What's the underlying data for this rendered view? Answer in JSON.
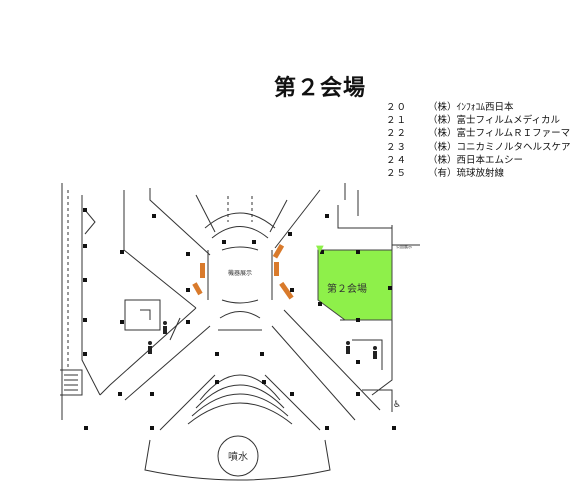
{
  "title": "第２会場",
  "legend": [
    {
      "num": "２０",
      "kind": "（株）",
      "name": "ｲﾝﾌｫｺﾑ西日本"
    },
    {
      "num": "２１",
      "kind": "（株）",
      "name": "富士フィルムメディカル"
    },
    {
      "num": "２２",
      "kind": "（株）",
      "name": "富士フィルムＲＩファーマ"
    },
    {
      "num": "２３",
      "kind": "（株）",
      "name": "コニカミノルタヘルスケア"
    },
    {
      "num": "２４",
      "kind": "（株）",
      "name": "西日本エムシー"
    },
    {
      "num": "２５",
      "kind": "（有）",
      "name": "琉球放射線"
    }
  ],
  "map": {
    "hall_label": "第２会場",
    "center_label": "機器展示",
    "fountain_label": "噴水",
    "small_label": "公園展示",
    "colors": {
      "hall_fill": "#8ef04a",
      "booth_fill": "#d97a2b",
      "line": "#333333"
    }
  }
}
